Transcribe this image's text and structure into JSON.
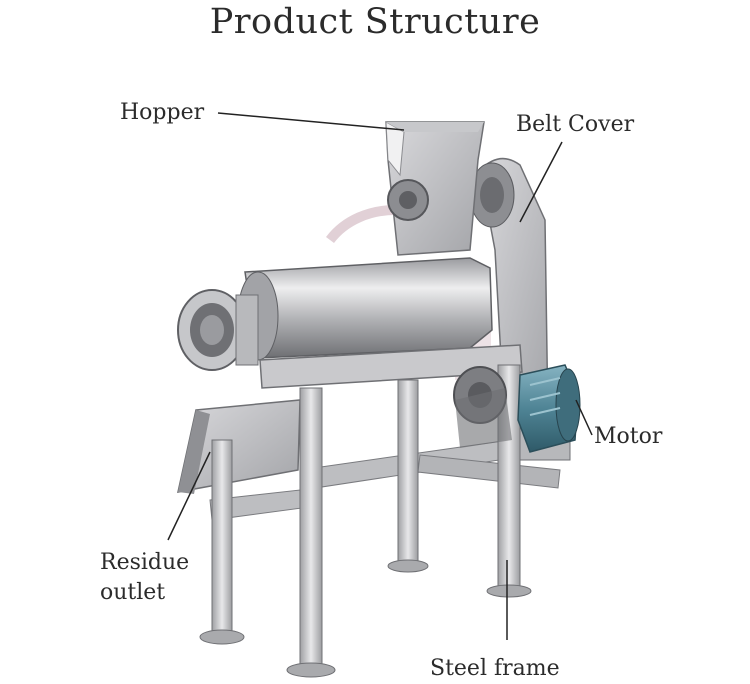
{
  "title": "Product Structure",
  "labels": {
    "hopper": "Hopper",
    "belt_cover": "Belt Cover",
    "motor": "Motor",
    "residue_line1": "Residue",
    "residue_line2": "outlet",
    "steel_frame": "Steel frame"
  },
  "colors": {
    "steel_light": "#e4e4e6",
    "steel_mid": "#b9babd",
    "steel_dark": "#7c7d80",
    "motor_blue": "#5c8fa0",
    "watermark": "#c9a9b4"
  }
}
